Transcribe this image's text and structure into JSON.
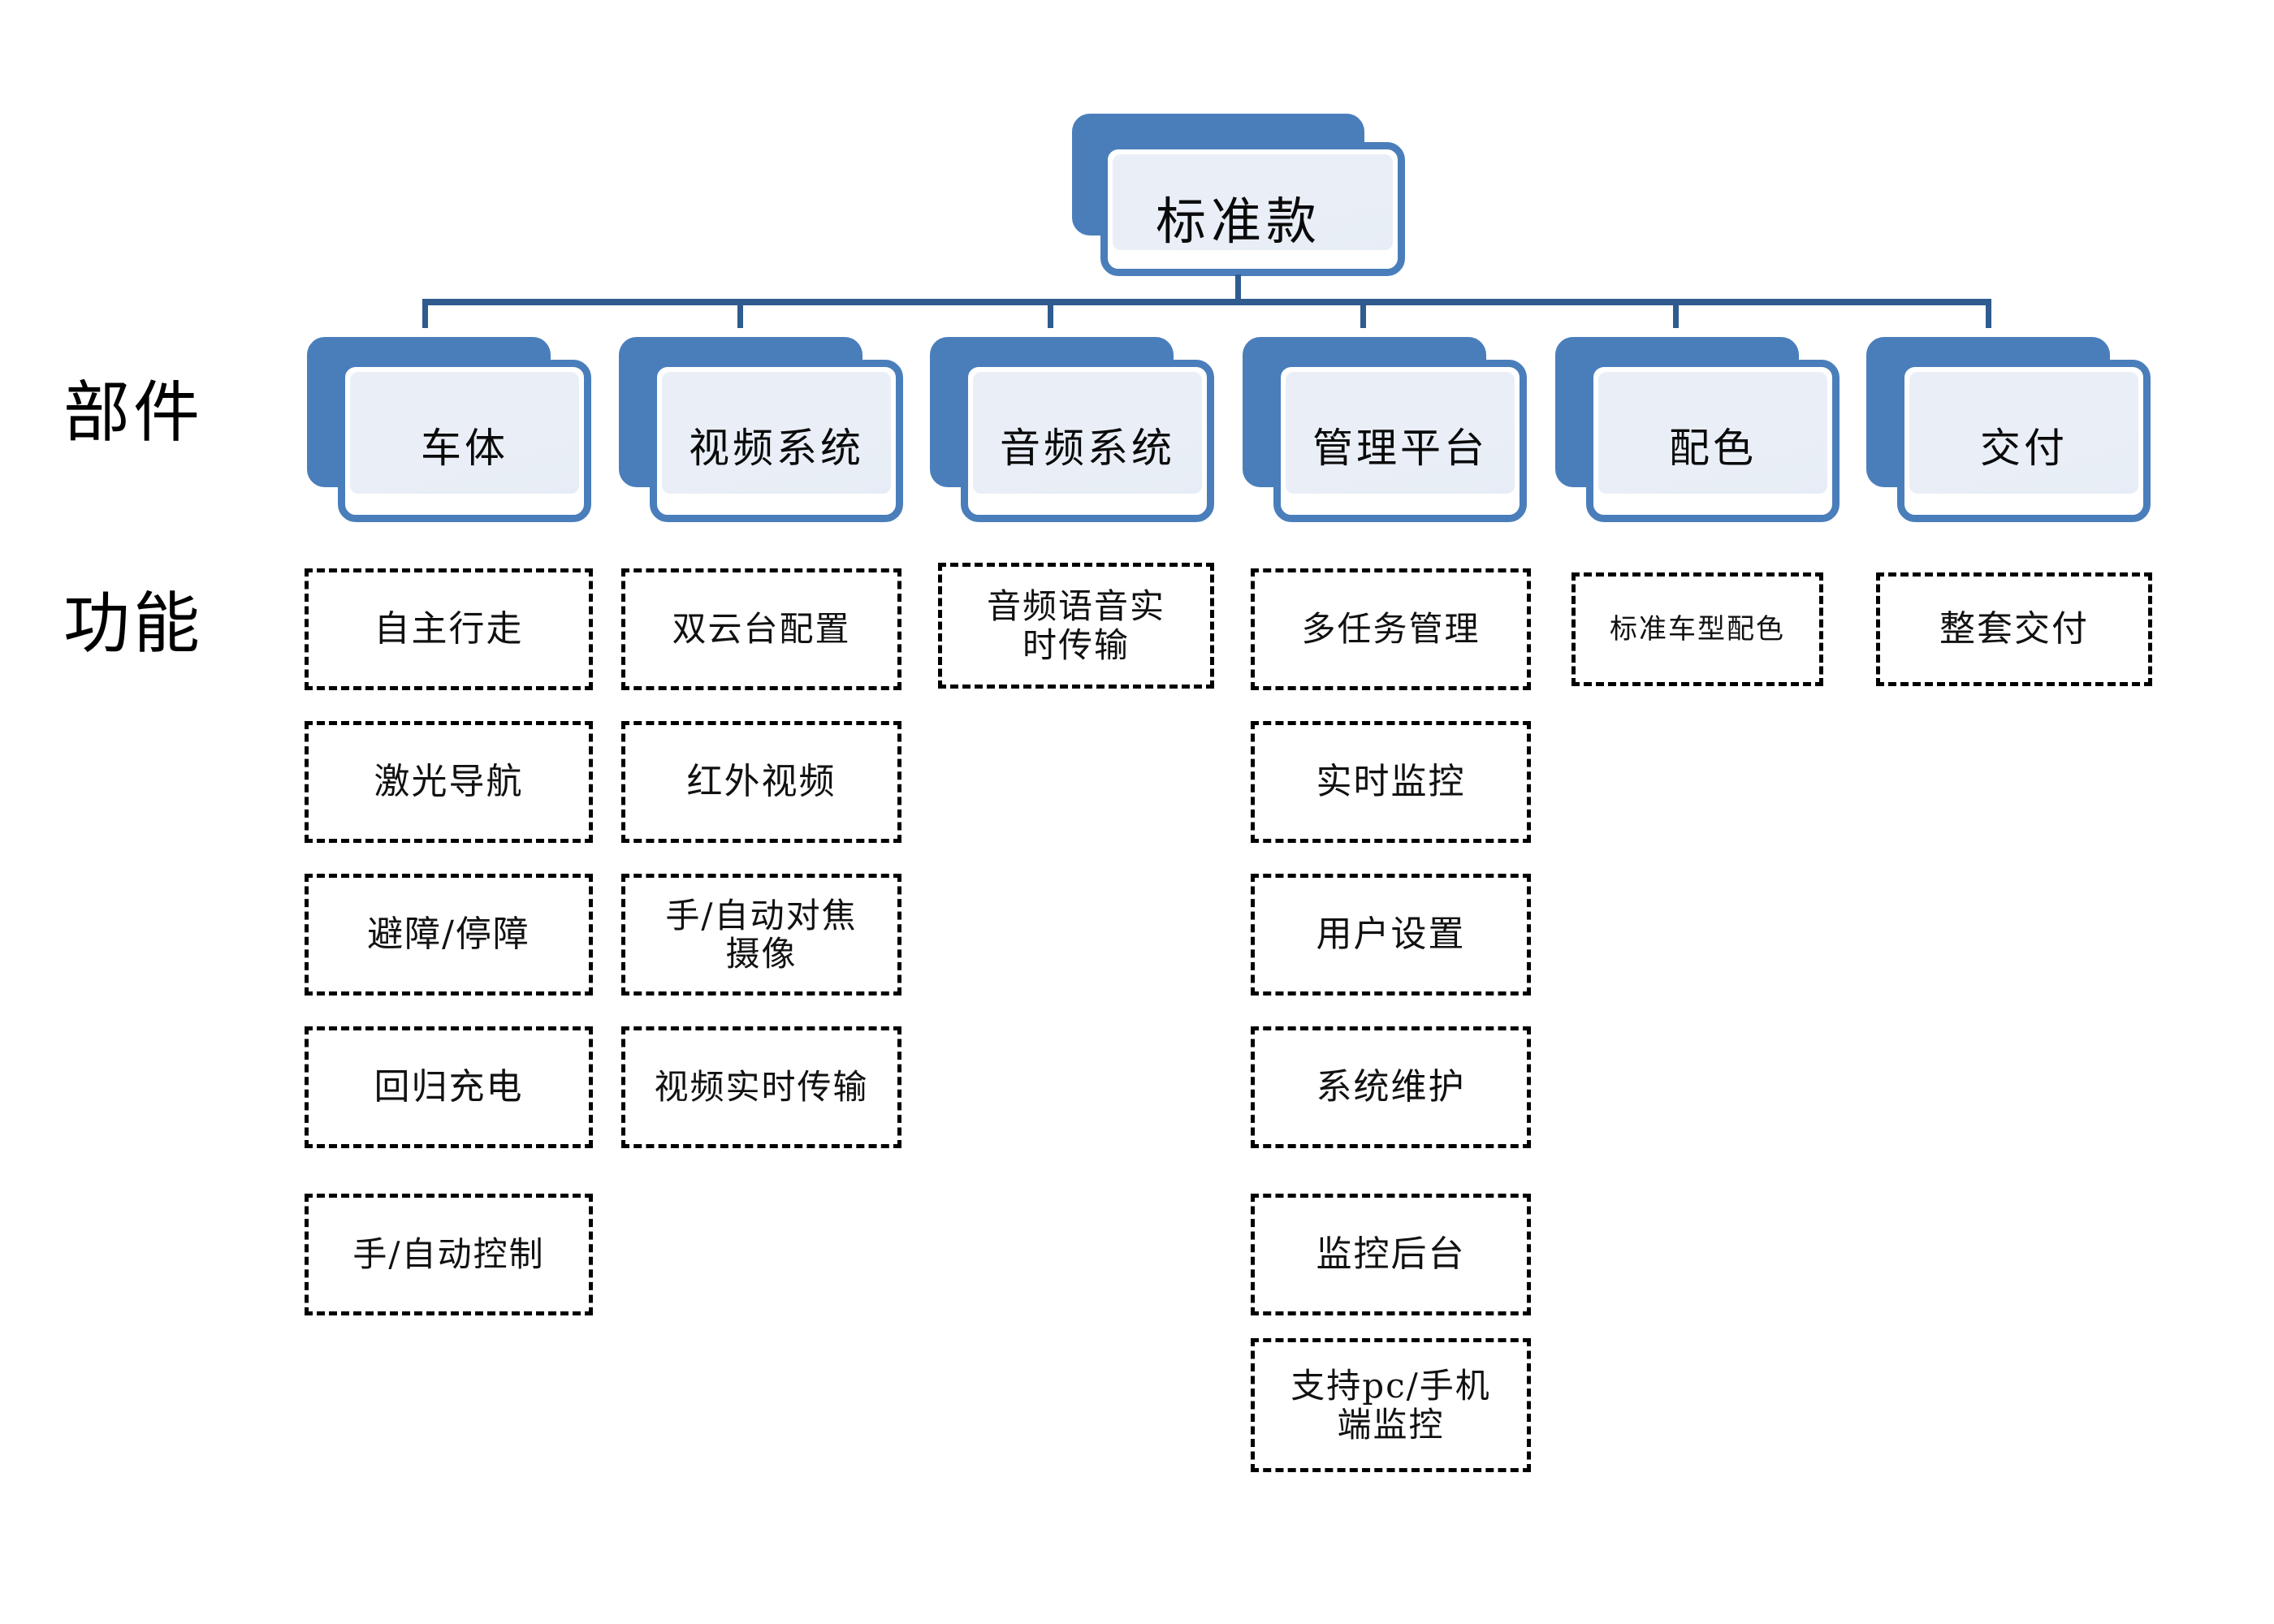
{
  "diagram": {
    "title_node": {
      "label": "标准款"
    },
    "row_labels": {
      "components": "部件",
      "functions": "功能"
    },
    "colors": {
      "card_blue": "#4a7ebb",
      "connector_blue": "#2f5b8e",
      "card_inner": "#eaeff7",
      "dashed_border": "#000000",
      "text": "#000000"
    },
    "components": [
      {
        "label": "车体"
      },
      {
        "label": "视频系统"
      },
      {
        "label": "音频系统"
      },
      {
        "label": "管理平台"
      },
      {
        "label": "配色"
      },
      {
        "label": "交付"
      }
    ],
    "functions": [
      {
        "component": "车体",
        "items": [
          {
            "text": "自主行走",
            "size": "lg",
            "lines": 1
          },
          {
            "text": "激光导航",
            "size": "lg",
            "lines": 1
          },
          {
            "text": "避障/停障",
            "size": "lg",
            "lines": 1
          },
          {
            "text": "回归充电",
            "size": "lg",
            "lines": 1
          },
          {
            "text": "手/自动控制",
            "size": "md",
            "lines": 1
          }
        ]
      },
      {
        "component": "视频系统",
        "items": [
          {
            "text": "双云台配置",
            "size": "md",
            "lines": 1
          },
          {
            "text": "红外视频",
            "size": "lg",
            "lines": 1
          },
          {
            "text": "手/自动对焦摄像",
            "size": "md",
            "lines": 2
          },
          {
            "text": "视频实时传输",
            "size": "md",
            "lines": 1
          }
        ]
      },
      {
        "component": "音频系统",
        "items": [
          {
            "text": "音频语音实时传输",
            "size": "md",
            "lines": 2
          }
        ]
      },
      {
        "component": "管理平台",
        "items": [
          {
            "text": "多任务管理",
            "size": "md",
            "lines": 1
          },
          {
            "text": "实时监控",
            "size": "lg",
            "lines": 1
          },
          {
            "text": "用户设置",
            "size": "lg",
            "lines": 1
          },
          {
            "text": "系统维护",
            "size": "lg",
            "lines": 1
          },
          {
            "text": "监控后台",
            "size": "lg",
            "lines": 1
          },
          {
            "text": "支持pc/手机端监控",
            "size": "md",
            "lines": 2
          }
        ]
      },
      {
        "component": "配色",
        "items": [
          {
            "text": "标准车型配色",
            "size": "sm",
            "lines": 1
          }
        ]
      },
      {
        "component": "交付",
        "items": [
          {
            "text": "整套交付",
            "size": "lg",
            "lines": 1
          }
        ]
      }
    ]
  }
}
